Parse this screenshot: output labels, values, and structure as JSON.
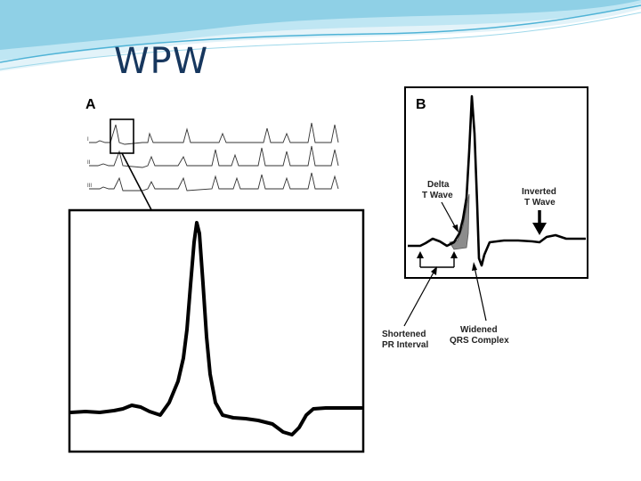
{
  "slide": {
    "title": "WPW"
  },
  "figure": {
    "panel_a": {
      "label": "A",
      "lead_labels": [
        "I",
        "II",
        "III"
      ]
    },
    "panel_b": {
      "label": "B",
      "annotations": {
        "delta_wave": [
          "Delta",
          "T Wave"
        ],
        "inverted_t_wave": [
          "Inverted",
          "T Wave"
        ],
        "shortened_pr": [
          "Shortened",
          "PR Interval"
        ],
        "widened_qrs": [
          "Widened",
          "QRS Complex"
        ]
      }
    }
  },
  "colors": {
    "title": "#17375e",
    "wave_stroke": "#000000",
    "delta_fill": "#8c8c8c",
    "decor_light": "#d6eef6",
    "decor_mid": "#8fd0e6",
    "decor_dark": "#4fb3d6"
  }
}
